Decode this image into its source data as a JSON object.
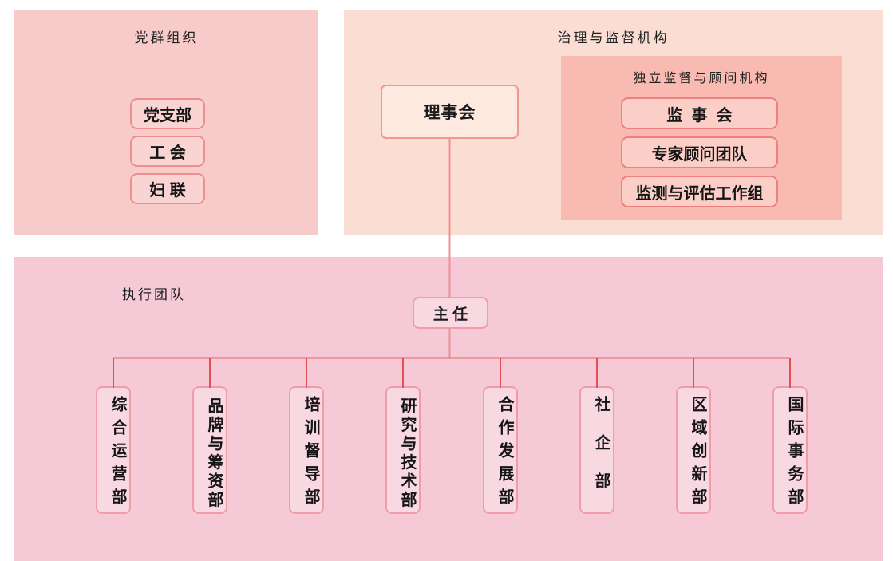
{
  "diagram_type": "organization-chart",
  "colors": {
    "page_bg": "#ffffff",
    "connector_red": "#e14343",
    "connector_pink": "#ef9095",
    "text": "#1a1a1a"
  },
  "panels": {
    "party": {
      "title": "党群组织",
      "bg": "#f8cbcb",
      "item_fill": "#fad3d3",
      "item_border": "#ee8e8e",
      "items": [
        {
          "label": "党支部"
        },
        {
          "label": "工 会"
        },
        {
          "label": "妇 联"
        }
      ]
    },
    "governance": {
      "title": "治理与监督机构",
      "bg": "#fbded3",
      "board": {
        "label": "理事会",
        "fill": "#fde9df",
        "border": "#f2968e"
      },
      "independent": {
        "title": "独立监督与顾问机构",
        "bg": "#f9bab1",
        "item_fill": "#fbcfc8",
        "item_border": "#ee817e",
        "items": [
          {
            "label": "监  事  会"
          },
          {
            "label": "专家顾问团队"
          },
          {
            "label": "监测与评估工作组"
          }
        ]
      }
    },
    "executive": {
      "title": "执行团队",
      "bg": "#f5c9d6",
      "director": {
        "label": "主 任",
        "fill": "#f8d8e1",
        "border": "#f29ba9"
      },
      "dept_fill": "#f8d8e1",
      "dept_border": "#f29ba9",
      "departments": [
        {
          "label": "综合运营部"
        },
        {
          "label": "品牌与筹资部"
        },
        {
          "label": "培训督导部"
        },
        {
          "label": "研究与技术部"
        },
        {
          "label": "合作发展部"
        },
        {
          "label": "社企部"
        },
        {
          "label": "区域创新部"
        },
        {
          "label": "国际事务部"
        }
      ]
    }
  }
}
